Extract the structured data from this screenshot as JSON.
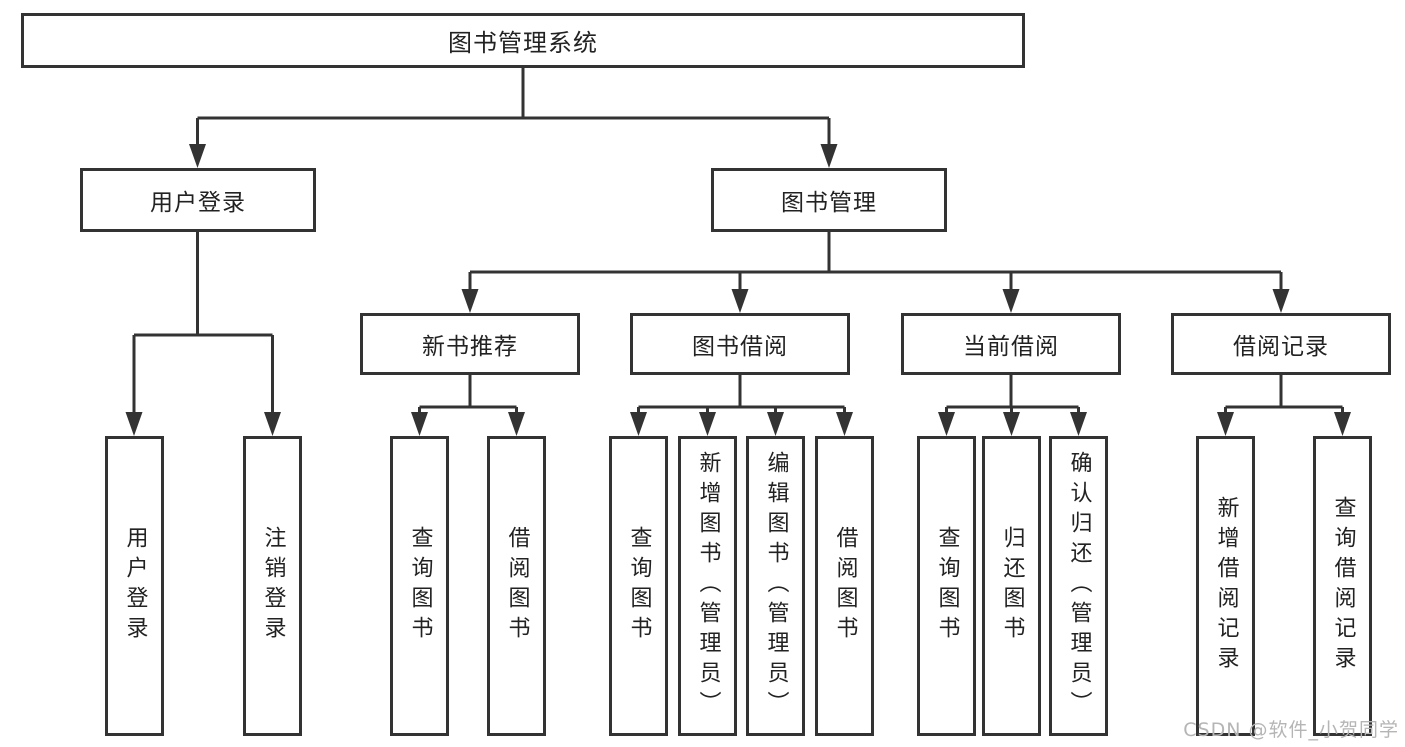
{
  "diagram": {
    "type": "hierarchy-tree",
    "title": "图书管理系统",
    "hierarchy": {
      "图书管理系统": {
        "用户登录": [
          "用户登录",
          "注销登录"
        ],
        "图书管理": {
          "新书推荐": [
            "查询图书",
            "借阅图书"
          ],
          "图书借阅": [
            "查询图书",
            "新增图书（管理员）",
            "编辑图书（管理员）",
            "借阅图书"
          ],
          "当前借阅": [
            "查询图书",
            "归还图书",
            "确认归还（管理员）"
          ],
          "借阅记录": [
            "新增借阅记录",
            "查询借阅记录"
          ]
        }
      }
    }
  },
  "nodes": {
    "system": "图书管理系统",
    "user_login_group": "用户登录",
    "book_mgmt": "图书管理",
    "login": "用户登录",
    "logout": "注销登录",
    "new_books": "新书推荐",
    "book_borrow": "图书借阅",
    "current_borrow": "当前借阅",
    "borrow_records": "借阅记录",
    "nb_query": "查询图书",
    "nb_borrow": "借阅图书",
    "bb_query": "查询图书",
    "bb_add": "新增图书（管理员）",
    "bb_edit": "编辑图书（管理员）",
    "bb_borrow": "借阅图书",
    "cb_query": "查询图书",
    "cb_return": "归还图书",
    "cb_confirm": "确认归还（管理员）",
    "br_add": "新增借阅记录",
    "br_query": "查询借阅记录"
  },
  "watermark": "CSDN @软件_小贺同学",
  "colors": {
    "line": "#333333",
    "text": "#222222",
    "watermark": "#b5b5b5",
    "background": "#ffffff"
  }
}
